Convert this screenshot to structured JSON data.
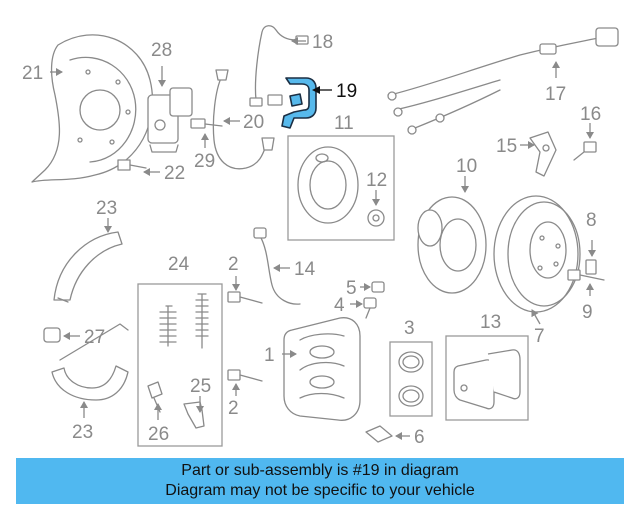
{
  "highlight_color": "#57b9ec",
  "banner_color": "#50b8f0",
  "callouts": {
    "c1": "1",
    "c2a": "2",
    "c2b": "2",
    "c3": "3",
    "c4": "4",
    "c5": "5",
    "c6": "6",
    "c7": "7",
    "c8": "8",
    "c9": "9",
    "c10": "10",
    "c11": "11",
    "c12": "12",
    "c13": "13",
    "c14": "14",
    "c15": "15",
    "c16": "16",
    "c17": "17",
    "c18": "18",
    "c19": "19",
    "c20": "20",
    "c21": "21",
    "c22": "22",
    "c23a": "23",
    "c23b": "23",
    "c24": "24",
    "c25": "25",
    "c26": "26",
    "c27": "27",
    "c28": "28",
    "c29": "29"
  },
  "banner": {
    "line1": "Part or sub-assembly is #19 in diagram",
    "line2": "Diagram may not be specific to your vehicle"
  }
}
